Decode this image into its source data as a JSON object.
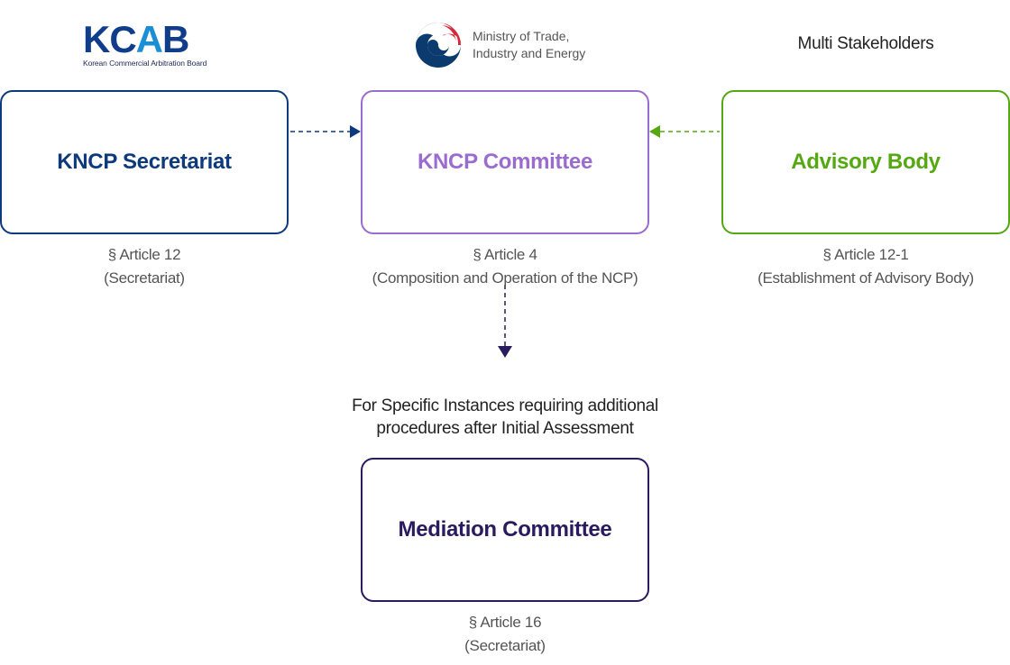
{
  "header": {
    "kcab_logo": {
      "mark": "KCAB",
      "subtitle": "Korean Commercial Arbitration Board"
    },
    "motie_logo": {
      "line1": "Ministry of Trade,",
      "line2": "Industry and Energy"
    },
    "stakeholders_label": "Multi Stakeholders"
  },
  "colors": {
    "secretariat": "#0d3a7c",
    "committee": "#9b6cd0",
    "advisory": "#55a812",
    "mediation": "#2a1a5e"
  },
  "boxes": {
    "secretariat": {
      "title": "KNCP Secretariat",
      "article": "§ Article 12",
      "article_desc": "(Secretariat)"
    },
    "committee": {
      "title": "KNCP Committee",
      "article": "§ Article 4",
      "article_desc": "(Composition and Operation of the NCP)"
    },
    "advisory": {
      "title": "Advisory Body",
      "article": "§ Article 12-1",
      "article_desc": "(Establishment of Advisory Body)"
    },
    "mediation": {
      "title": "Mediation Committee",
      "article": "§ Article 16",
      "article_desc": "(Secretariat)"
    }
  },
  "flow_note": {
    "line1": "For Specific Instances requiring additional",
    "line2": "procedures after Initial Assessment"
  },
  "connectors": [
    {
      "from": "secretariat",
      "to": "committee",
      "style": "dashed"
    },
    {
      "from": "advisory",
      "to": "committee",
      "style": "dashed"
    },
    {
      "from": "committee",
      "to": "mediation",
      "style": "dashed"
    }
  ]
}
